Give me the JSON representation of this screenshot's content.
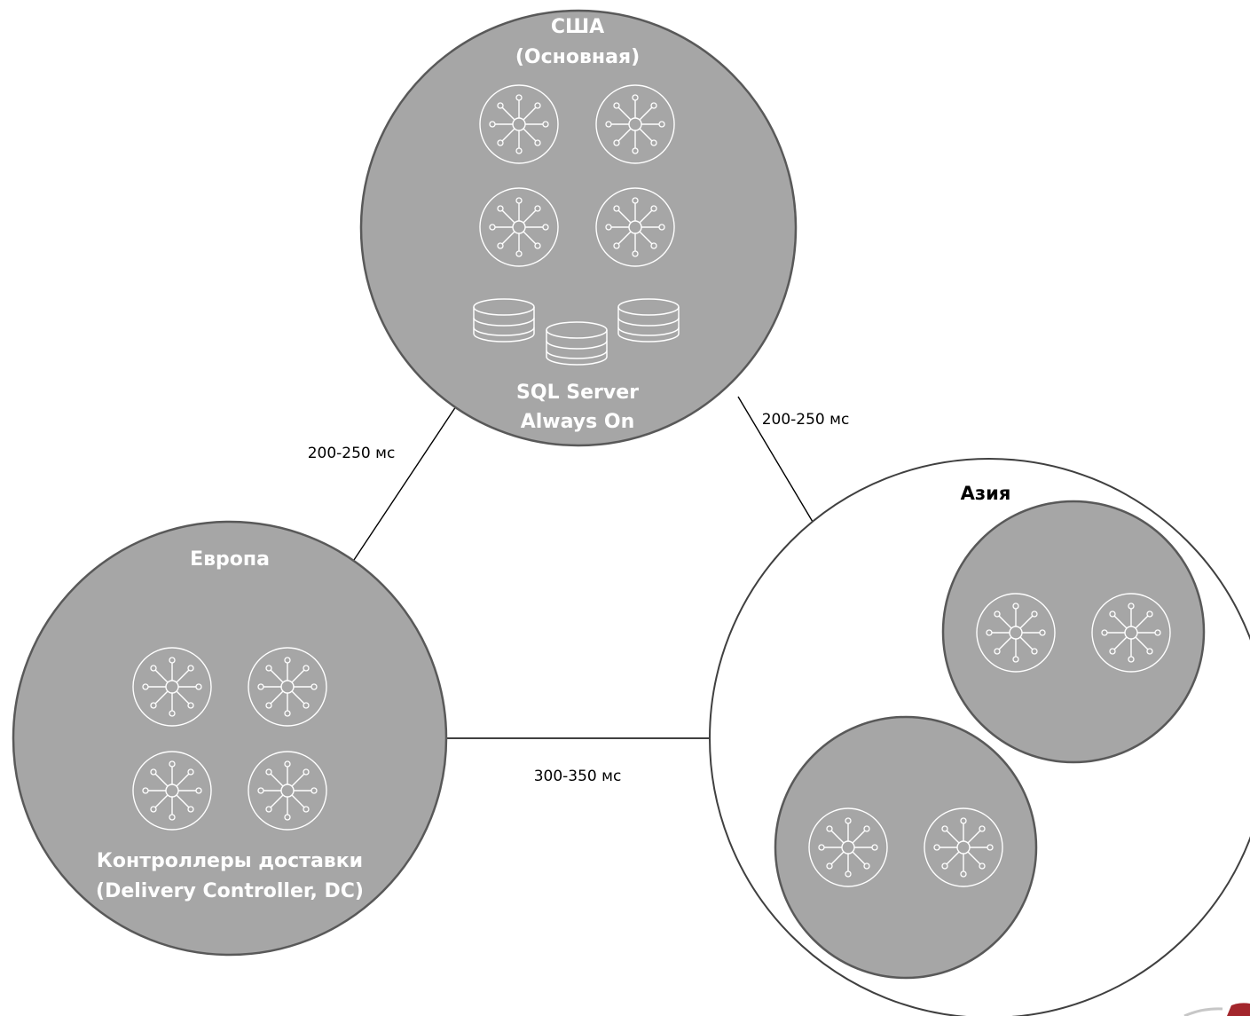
{
  "diagram": {
    "colors": {
      "region_fill": "#a6a6a6",
      "region_stroke": "#595959",
      "icon_stroke": "#ffffff",
      "link_stroke": "#000000",
      "asia_outer_fill": "#ffffff",
      "logo_accent": "#a3262c"
    },
    "usa": {
      "title_line1": "США",
      "title_line2": "(Основная)",
      "caption_line1": "SQL Server",
      "caption_line2": "Always On",
      "controller_icon": "network-hub-icon",
      "database_icon": "database-icon"
    },
    "europe": {
      "title": "Европа",
      "caption_line1": "Контроллеры доставки",
      "caption_line2": "(Delivery Controller, DC)",
      "controller_icon": "network-hub-icon"
    },
    "asia": {
      "title": "Азия",
      "controller_icon": "network-hub-icon"
    },
    "links": {
      "usa_europe": "200-250 мс",
      "usa_asia": "200-250 мс",
      "europe_asia": "300-350 мс"
    }
  }
}
